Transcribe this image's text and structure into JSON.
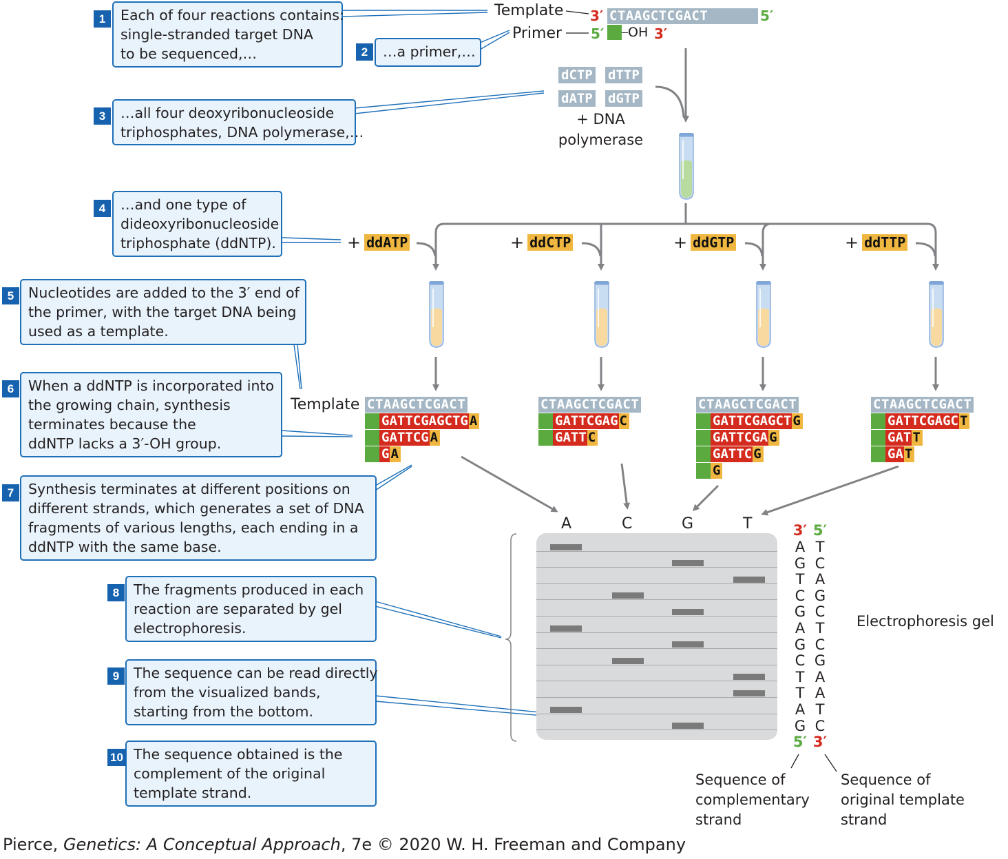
{
  "steps": [
    {
      "num": "1",
      "lines": [
        "Each of four reactions contains:",
        "single-stranded target DNA",
        "to be sequenced,…"
      ]
    },
    {
      "num": "2",
      "lines": [
        "…a primer,…"
      ]
    },
    {
      "num": "3",
      "lines": [
        "…all four deoxyribonucleoside",
        "triphosphates, DNA polymerase,…"
      ]
    },
    {
      "num": "4",
      "lines": [
        "…and one type of",
        "dideoxyribonucleoside",
        "triphosphate (ddNTP)."
      ]
    },
    {
      "num": "5",
      "lines": [
        "Nucleotides are added to the 3′ end of",
        "the primer, with the target DNA being",
        "used as a template."
      ]
    },
    {
      "num": "6",
      "lines": [
        "When a ddNTP is incorporated into",
        "the growing chain, synthesis",
        "terminates because the",
        "ddNTP lacks a 3′-OH group."
      ]
    },
    {
      "num": "7",
      "lines": [
        "Synthesis terminates at different positions on",
        "different strands, which generates a set of DNA",
        "fragments of various lengths, each ending in a",
        "ddNTP with the same base."
      ]
    },
    {
      "num": "8",
      "lines": [
        "The fragments produced in each",
        "reaction are separated by gel",
        "electrophoresis."
      ]
    },
    {
      "num": "9",
      "lines": [
        "The sequence can be read directly",
        "from the visualized bands,",
        "starting from the bottom."
      ]
    },
    {
      "num": "10",
      "lines": [
        "The sequence obtained is the",
        "complement of the original",
        "template strand."
      ]
    }
  ],
  "top": {
    "template_label": "Template",
    "primer_label": "Primer",
    "three_prime": "3′",
    "five_prime": "5′",
    "template_seq": "CTAAGCTCGACT",
    "oh": "OH",
    "dntps": [
      "dCTP",
      "dTTP",
      "dATP",
      "dGTP"
    ],
    "plus_polymerase": [
      "+ DNA",
      "polymerase"
    ]
  },
  "reactions": [
    {
      "ddntp": "ddATP",
      "fragments": [
        [
          "GATTCGAGCTG",
          "A"
        ],
        [
          "GATTCG",
          "A"
        ],
        [
          "G",
          "A"
        ]
      ]
    },
    {
      "ddntp": "ddCTP",
      "fragments": [
        [
          "GATTCGAG",
          "C"
        ],
        [
          "GATT",
          "C"
        ]
      ]
    },
    {
      "ddntp": "ddGTP",
      "fragments": [
        [
          "GATTCGAGCT",
          "G"
        ],
        [
          "GATTCGA",
          "G"
        ],
        [
          "GATTC",
          "G"
        ],
        [
          "",
          "G"
        ]
      ]
    },
    {
      "ddntp": "ddTTP",
      "fragments": [
        [
          "GATTCGAGC",
          "T"
        ],
        [
          "GAT",
          "T"
        ],
        [
          "GA",
          "T"
        ]
      ]
    }
  ],
  "mid_template_label": "Template",
  "plus_sign": "+",
  "lanes": [
    "A",
    "C",
    "G",
    "T"
  ],
  "bands": {
    "A": [
      1,
      6,
      11
    ],
    "C": [
      4,
      8
    ],
    "G": [
      2,
      5,
      7,
      12
    ],
    "T": [
      3,
      9,
      10
    ]
  },
  "complementary": {
    "top": "3′",
    "bases": [
      "A",
      "G",
      "T",
      "C",
      "G",
      "A",
      "G",
      "C",
      "T",
      "T",
      "A",
      "G"
    ],
    "bottom": "5′"
  },
  "original": {
    "top": "5′",
    "bases": [
      "T",
      "C",
      "A",
      "G",
      "C",
      "T",
      "C",
      "G",
      "A",
      "A",
      "T",
      "C"
    ],
    "bottom": "3′"
  },
  "gel_label": "Electrophoresis gel",
  "comp_caption": [
    "Sequence of",
    "complementary",
    "strand"
  ],
  "orig_caption": [
    "Sequence of",
    "original template",
    "strand"
  ],
  "credit": {
    "author": "Pierce, ",
    "title": "Genetics: A Conceptual Approach",
    "rest": ", 7e © 2020 W. H. Freeman and Company"
  },
  "colors": {
    "callout_border": "#1d6fb8",
    "callout_fill": "#e8f3fb",
    "template": "#a5b7c4",
    "primer": "#5aaa40",
    "new_strand": "#d42b1e",
    "ddntp": "#f0b740",
    "gel": "#d9dadc",
    "band": "#7a7a7a"
  }
}
